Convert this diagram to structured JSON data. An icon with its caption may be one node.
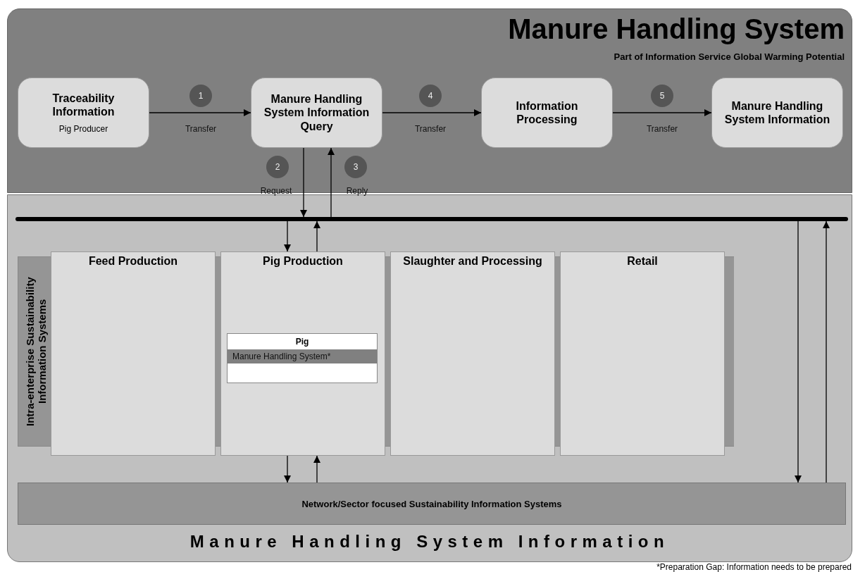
{
  "diagram": {
    "title": "Manure Handling System",
    "nodes": [
      {
        "text": [
          "Part of Information Service Global Warming Potential"
        ]
      },
      {
        "text": [
          "Traceability Information",
          "Pig Producer"
        ],
        "in": 0
      },
      {
        "text": [
          "Manure Handling System Information Query"
        ],
        "in": 0
      },
      {
        "text": [
          "Information Processing"
        ],
        "in": 0
      },
      {
        "text": [
          "Manure Handling System Information"
        ],
        "in": 0
      },
      {
        "text": [
          "Manure Handling System Information"
        ]
      },
      {
        "text": [],
        "shape": "bar",
        "in": 5
      },
      {
        "text": [
          "Intra-enterprise Sustainability Information Systems"
        ],
        "in": 5
      },
      {
        "text": [
          "Feed Production"
        ],
        "in": 5
      },
      {
        "text": [
          "Pig Production"
        ],
        "in": 5
      },
      {
        "text": [
          "Pig",
          "Manure Handling System*"
        ],
        "in": 9
      },
      {
        "text": [
          "Slaughter and Processing"
        ],
        "in": 5
      },
      {
        "text": [
          "Retail"
        ],
        "in": 5
      },
      {
        "text": [
          "Network/Sector focused Sustainability Information Systems"
        ],
        "in": 5
      }
    ],
    "edges": [
      {
        "from": 1,
        "to": 2,
        "arrow": "to",
        "label": "Transfer"
      },
      {
        "from": 2,
        "to": 3,
        "arrow": "to",
        "label": "Transfer"
      },
      {
        "from": 3,
        "to": 4,
        "arrow": "to",
        "label": "Transfer"
      },
      {
        "from": 2,
        "to": 6,
        "arrow": "to",
        "label": "Request"
      },
      {
        "from": 6,
        "to": 2,
        "arrow": "to",
        "label": "Reply"
      },
      {
        "from": 6,
        "to": 9,
        "arrow": "to"
      },
      {
        "from": 9,
        "to": 6,
        "arrow": "to"
      },
      {
        "from": 9,
        "to": 13,
        "arrow": "to"
      },
      {
        "from": 13,
        "to": 9,
        "arrow": "to"
      },
      {
        "from": 6,
        "to": 13,
        "arrow": "to"
      },
      {
        "from": 13,
        "to": 6,
        "arrow": "to"
      }
    ],
    "labels": [
      "1",
      "4",
      "5",
      "2",
      "3",
      "*Preparation Gap: Information needs to be prepared"
    ]
  }
}
